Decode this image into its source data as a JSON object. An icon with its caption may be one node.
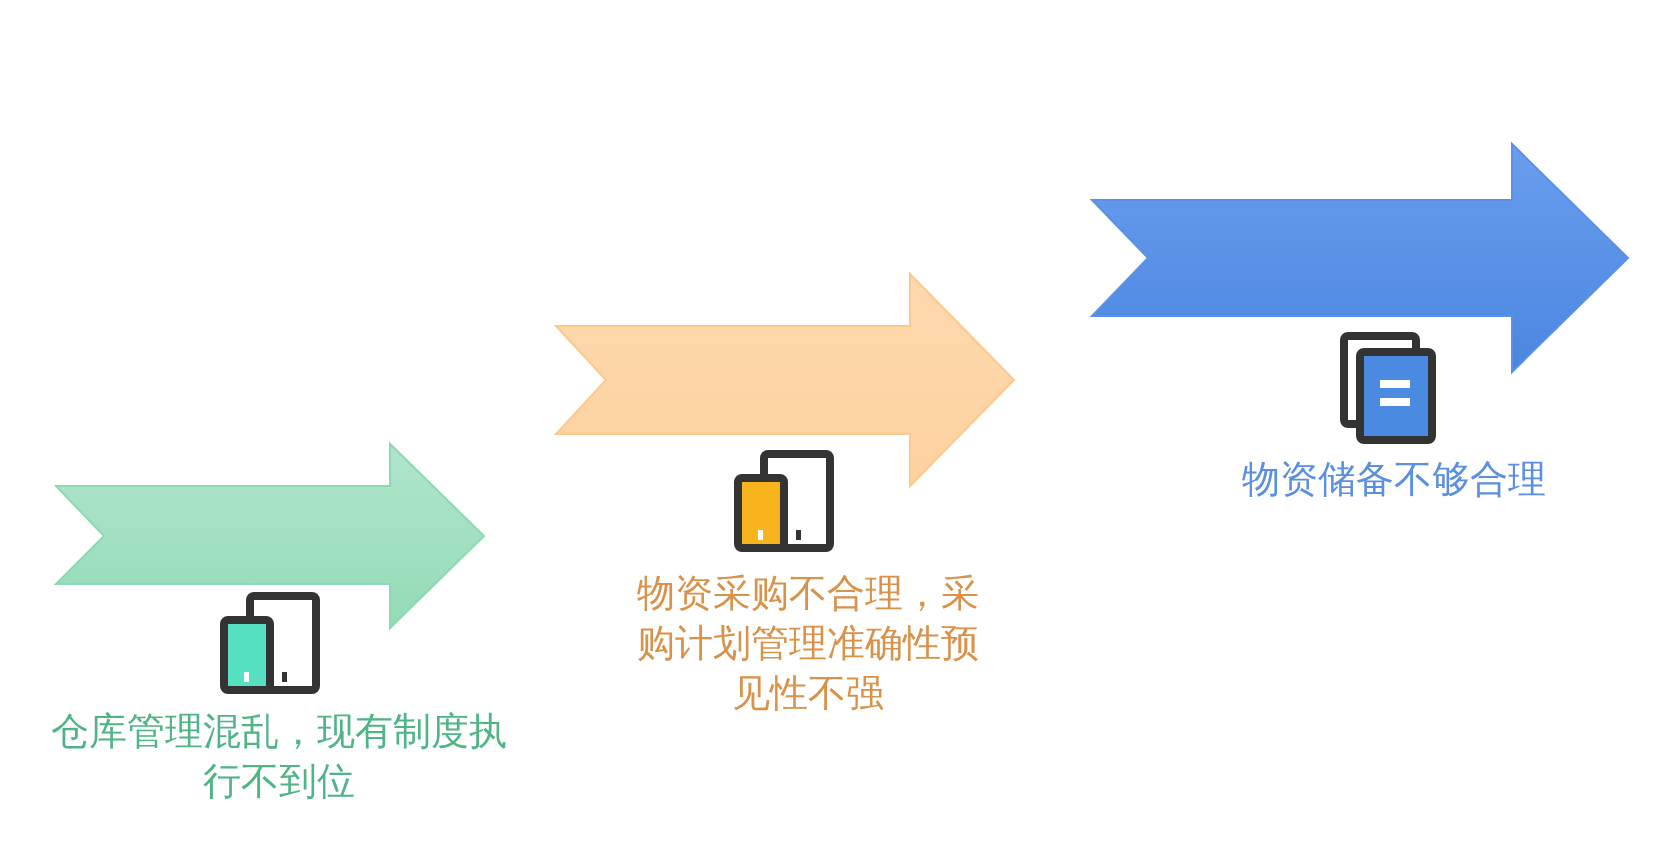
{
  "diagram": {
    "labels": [
      "仓库管理混乱，现有制度执行不到位",
      "物资采购不合理，采购计划管理准确性预见性不强",
      "物资储备不够合理"
    ]
  }
}
